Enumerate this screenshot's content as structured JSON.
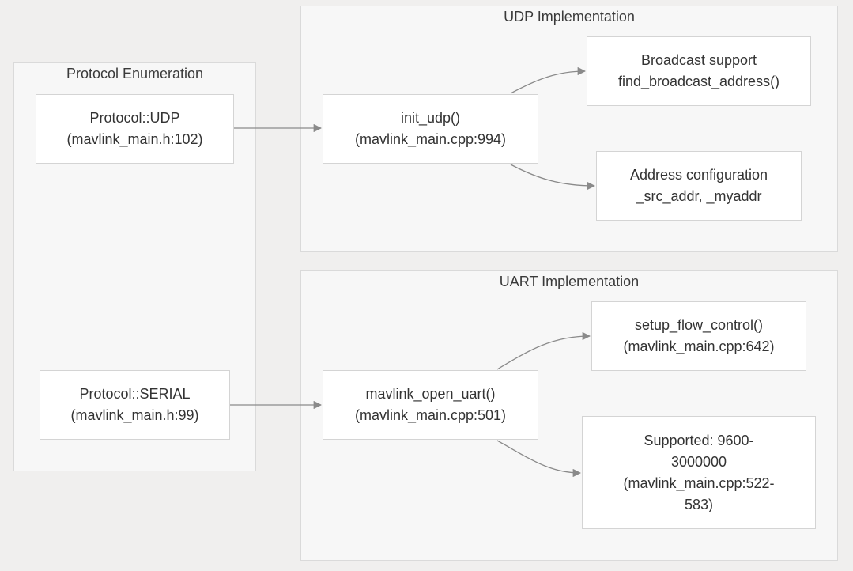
{
  "clusters": {
    "protocol": {
      "title": "Protocol Enumeration"
    },
    "udp": {
      "title": "UDP Implementation"
    },
    "uart": {
      "title": "UART Implementation"
    }
  },
  "nodes": {
    "protocol_udp": {
      "line1": "Protocol::UDP",
      "line2": "(mavlink_main.h:102)"
    },
    "protocol_serial": {
      "line1": "Protocol::SERIAL",
      "line2": "(mavlink_main.h:99)"
    },
    "init_udp": {
      "line1": "init_udp()",
      "line2": "(mavlink_main.cpp:994)"
    },
    "broadcast": {
      "line1": "Broadcast support",
      "line2": "find_broadcast_address()"
    },
    "address_config": {
      "line1": "Address configuration",
      "line2": "_src_addr, _myaddr"
    },
    "open_uart": {
      "line1": "mavlink_open_uart()",
      "line2": "(mavlink_main.cpp:501)"
    },
    "flow_control": {
      "line1": "setup_flow_control()",
      "line2": "(mavlink_main.cpp:642)"
    },
    "baud_rates": {
      "line1": "Supported: 9600-",
      "line2": "3000000",
      "line3": "(mavlink_main.cpp:522-",
      "line4": "583)"
    }
  },
  "edges": [
    {
      "from": "Protocol::UDP",
      "to": "init_udp()"
    },
    {
      "from": "Protocol::SERIAL",
      "to": "mavlink_open_uart()"
    },
    {
      "from": "init_udp()",
      "to": "Broadcast support"
    },
    {
      "from": "init_udp()",
      "to": "Address configuration"
    },
    {
      "from": "mavlink_open_uart()",
      "to": "setup_flow_control()"
    },
    {
      "from": "mavlink_open_uart()",
      "to": "Supported: 9600-3000000"
    }
  ],
  "colors": {
    "background": "#f0efee",
    "cluster_fill": "#f7f7f7",
    "cluster_border": "#dadada",
    "node_fill": "#ffffff",
    "node_border": "#d4d4d4",
    "edge": "#8a8a8a",
    "text": "#333333"
  }
}
